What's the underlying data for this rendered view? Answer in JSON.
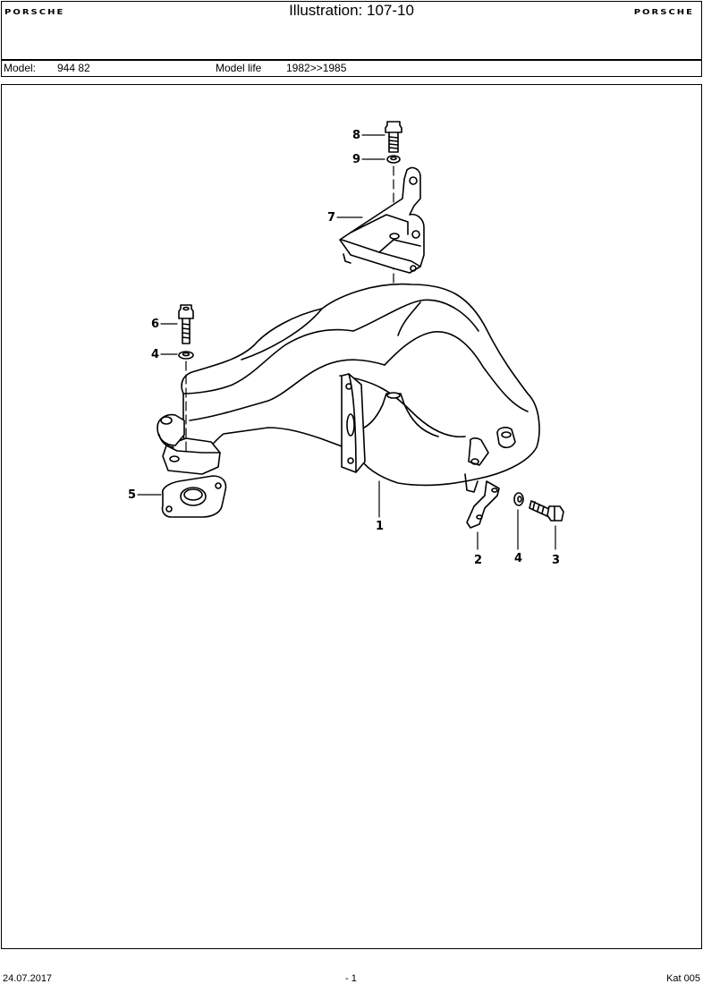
{
  "header": {
    "logo_left": "PORSCHE",
    "title": "Illustration: 107-10",
    "logo_right": "PORSCHE"
  },
  "model_bar": {
    "model_label": "Model:",
    "model_value": "944 82",
    "life_label": "Model life",
    "life_value": "1982>>1985"
  },
  "diagram": {
    "callouts": [
      {
        "id": "c8",
        "text": "8"
      },
      {
        "id": "c9",
        "text": "9"
      },
      {
        "id": "c7",
        "text": "7"
      },
      {
        "id": "c6",
        "text": "6"
      },
      {
        "id": "c4a",
        "text": "4"
      },
      {
        "id": "c5",
        "text": "5"
      },
      {
        "id": "c1",
        "text": "1"
      },
      {
        "id": "c2",
        "text": "2"
      },
      {
        "id": "c4b",
        "text": "4"
      },
      {
        "id": "c3",
        "text": "3"
      }
    ]
  },
  "footer": {
    "date": "24.07.2017",
    "page": "- 1",
    "catalog": "Kat 005"
  }
}
